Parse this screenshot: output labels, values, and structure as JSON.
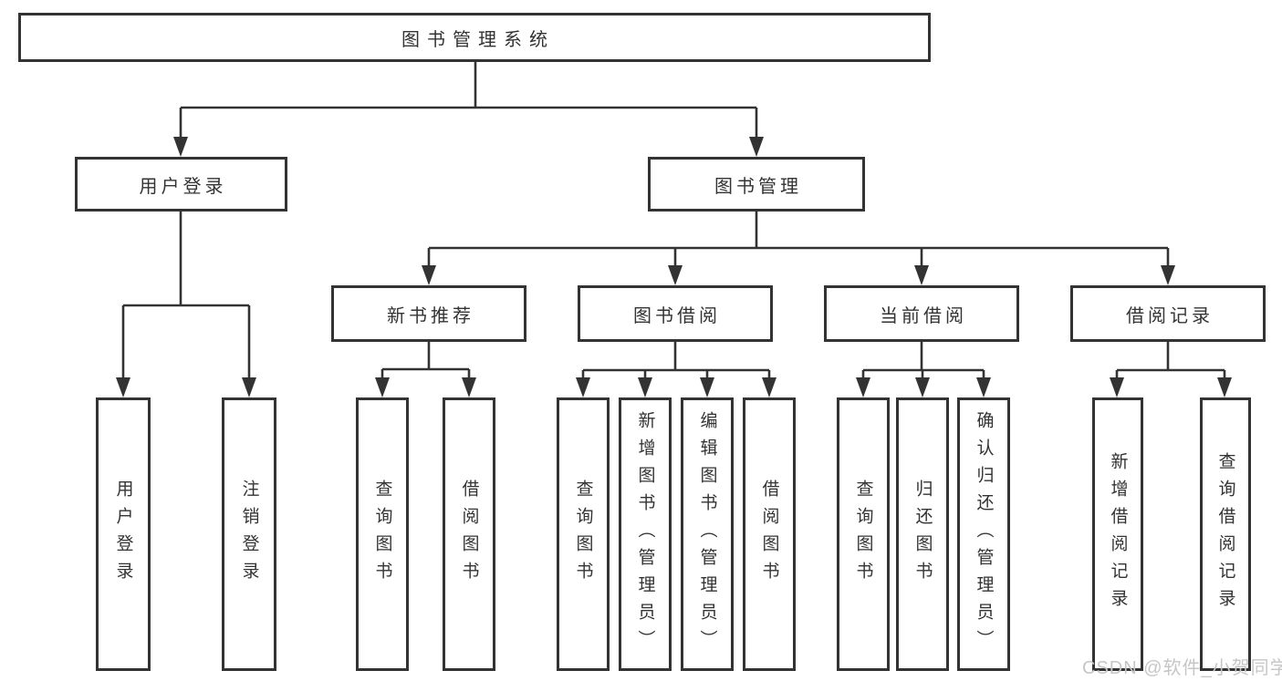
{
  "diagram": {
    "root": {
      "label": "图书管理系统"
    },
    "branches": [
      {
        "label": "用户登录",
        "children": [
          {
            "label": "用户登录"
          },
          {
            "label": "注销登录"
          }
        ]
      },
      {
        "label": "图书管理",
        "sections": [
          {
            "label": "新书推荐",
            "children": [
              {
                "label": "查询图书"
              },
              {
                "label": "借阅图书"
              }
            ]
          },
          {
            "label": "图书借阅",
            "children": [
              {
                "label": "查询图书"
              },
              {
                "label": "新增图书（管理员）"
              },
              {
                "label": "编辑图书（管理员）"
              },
              {
                "label": "借阅图书"
              }
            ]
          },
          {
            "label": "当前借阅",
            "children": [
              {
                "label": "查询图书"
              },
              {
                "label": "归还图书"
              },
              {
                "label": "确认归还（管理员）"
              }
            ]
          },
          {
            "label": "借阅记录",
            "children": [
              {
                "label": "新增借阅记录"
              },
              {
                "label": "查询借阅记录"
              }
            ]
          }
        ]
      }
    ]
  },
  "watermark": {
    "text": "CSDN @软件_小贺同学"
  },
  "colors": {
    "line": "#333333",
    "text": "#333333",
    "background": "#ffffff",
    "watermark": "#c6c6c6"
  }
}
